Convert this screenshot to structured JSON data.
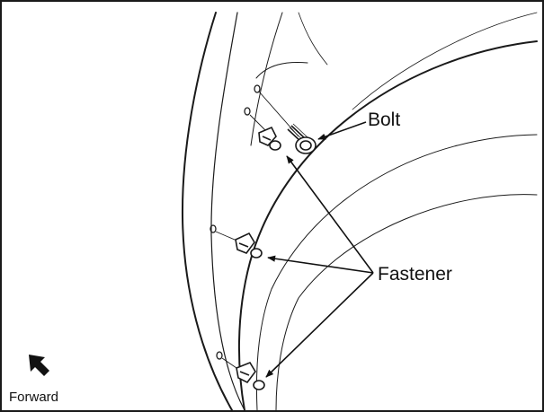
{
  "labels": {
    "bolt": "Bolt",
    "fastener": "Fastener",
    "direction": "Forward"
  },
  "parts": {
    "bolt_count": 1,
    "fastener_count": 3
  },
  "icons": {
    "direction": "arrow-up-left-icon",
    "bolt": "bolt-icon",
    "fastener": "push-fastener-icon",
    "hole": "mounting-hole-icon"
  },
  "colors": {
    "line": "#1a1a1a",
    "background": "#ffffff"
  }
}
